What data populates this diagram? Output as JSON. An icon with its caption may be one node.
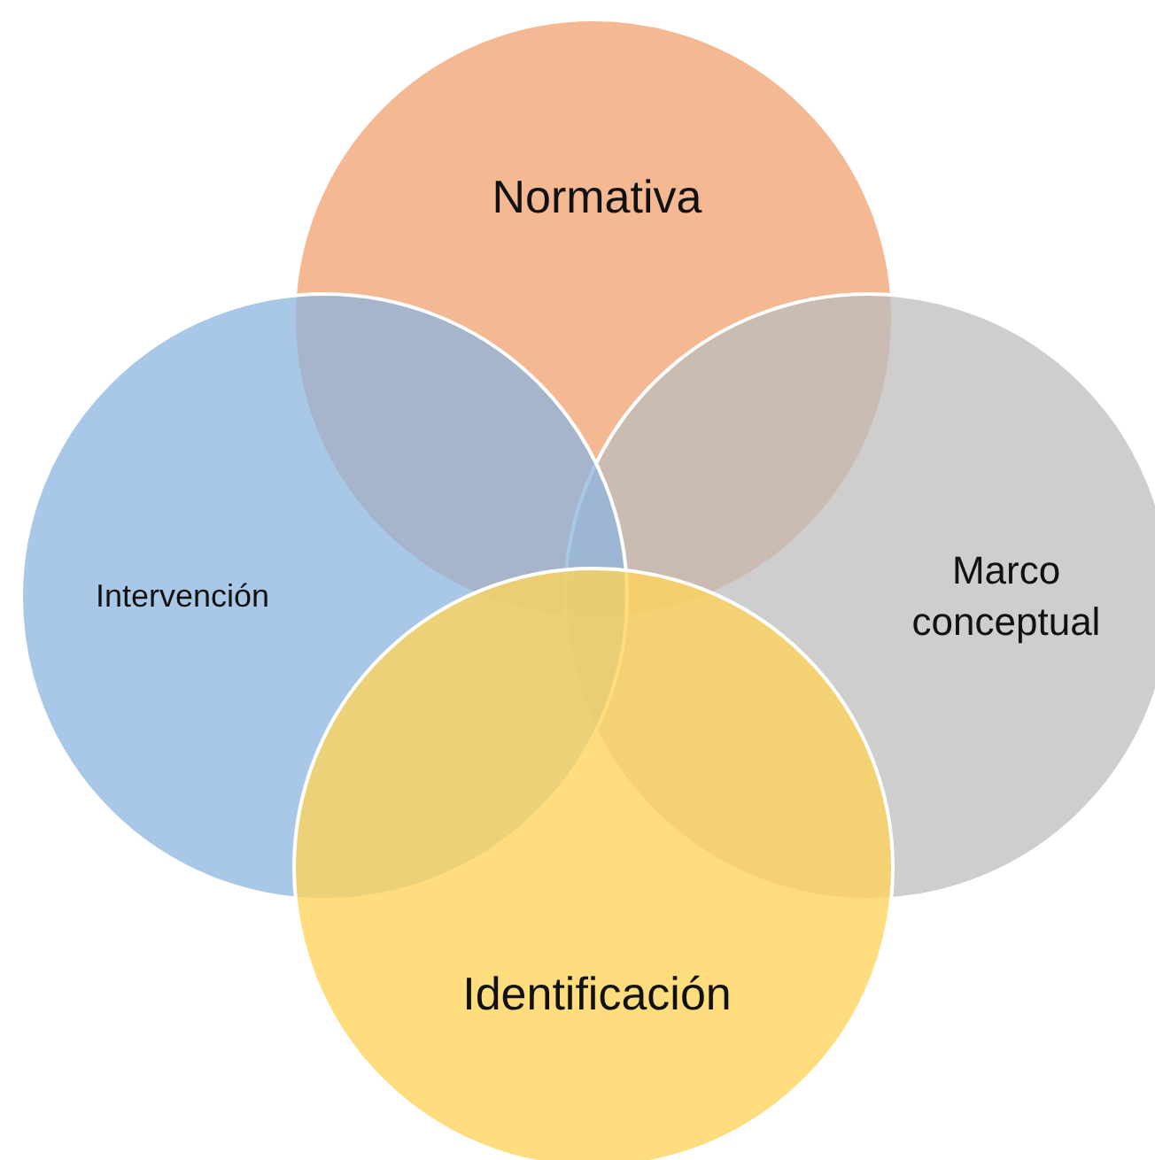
{
  "diagram": {
    "nodes": [
      {
        "text": [
          "Normativa"
        ]
      },
      {
        "text": [
          "Intervención"
        ]
      },
      {
        "text": [
          "Marco conceptual"
        ]
      },
      {
        "text": [
          "Identificación"
        ]
      }
    ],
    "edges": []
  }
}
